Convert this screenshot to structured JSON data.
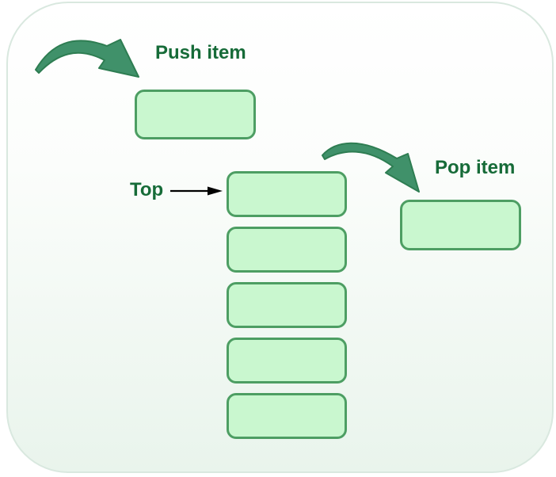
{
  "diagram": {
    "type": "stack-data-structure",
    "labels": {
      "push": "Push item",
      "pop": "Pop item",
      "top": "Top"
    },
    "stack": {
      "item_count": 5,
      "items": [
        "",
        "",
        "",
        "",
        ""
      ]
    },
    "floating_boxes": {
      "push_box_value": "",
      "pop_box_value": ""
    }
  },
  "colors": {
    "box_fill": "#c9f7cf",
    "box_border": "#4d9e63",
    "label_text": "#166b38",
    "arrow_fill": "#40916a",
    "arrow_stroke": "#2e7d52",
    "top_arrow": "#000000",
    "frame_border": "#d9e8df",
    "bg_top": "#ffffff",
    "bg_bottom": "#e9f4ec"
  }
}
